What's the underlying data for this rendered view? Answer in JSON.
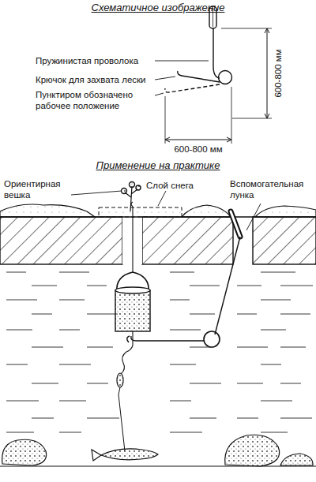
{
  "diagram": {
    "title": "Схематичное изображение",
    "labels": [
      "Пружинистая проволока",
      "Крючок для захвата лески",
      "Пунктиром обозначено рабочее положение",
      "600-800 мм",
      "600-800 мм",
      "Применение на практике",
      "Ориентирная вешка",
      "Слой снега",
      "Вспомогательная лунка"
    ]
  }
}
